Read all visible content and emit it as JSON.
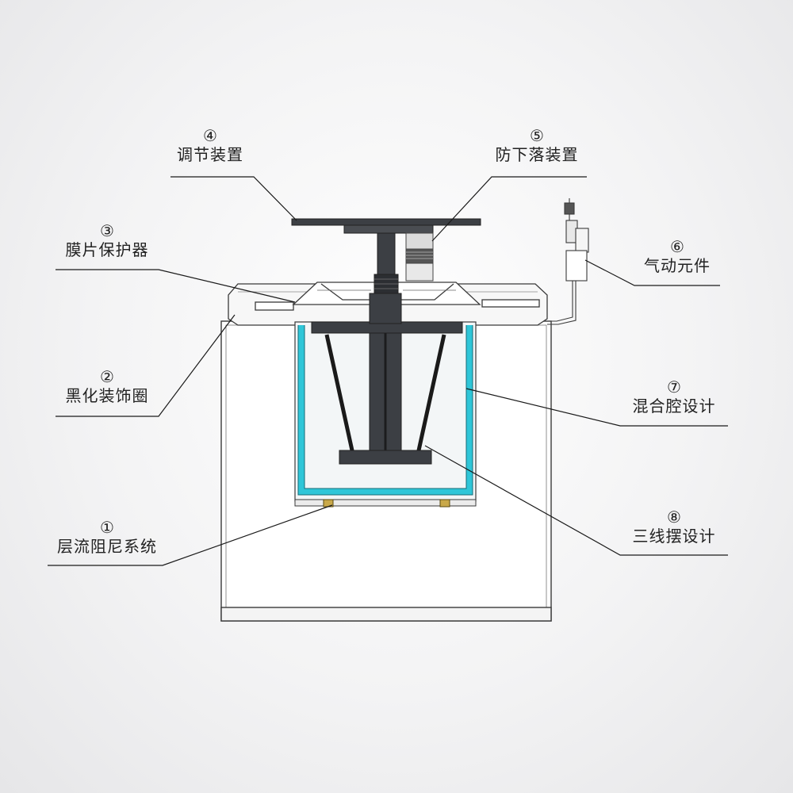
{
  "callouts": [
    {
      "id": "c1",
      "num": "①",
      "label": "层流阻尼系统"
    },
    {
      "id": "c2",
      "num": "②",
      "label": "黑化装饰圈"
    },
    {
      "id": "c3",
      "num": "③",
      "label": "膜片保护器"
    },
    {
      "id": "c4",
      "num": "④",
      "label": "调节装置"
    },
    {
      "id": "c5",
      "num": "⑤",
      "label": "防下落装置"
    },
    {
      "id": "c6",
      "num": "⑥",
      "label": "气动元件"
    },
    {
      "id": "c7",
      "num": "⑦",
      "label": "混合腔设计"
    },
    {
      "id": "c8",
      "num": "⑧",
      "label": "三线摆设计"
    }
  ],
  "colors": {
    "line": "#1a1a1a",
    "outline": "#3a3a3a",
    "panel": "#ffffff",
    "cavity": "#2fc6d8",
    "dark_part": "#3c3f44",
    "damper": "#c9a94a"
  }
}
